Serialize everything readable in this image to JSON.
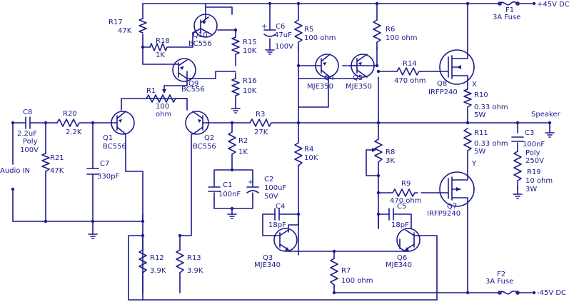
{
  "labels": {
    "vpos": "+45V DC",
    "f1_name": "F1",
    "f1_val": "3A Fuse",
    "vneg": "-45V DC",
    "f2_name": "F2",
    "f2_val": "3A Fuse",
    "r17_name": "R17",
    "r17_val": "47K",
    "r18_name": "R18",
    "r18_val": "1K",
    "q10_name": "Q10",
    "q10_type": "BC556",
    "r15_name": "R15",
    "r15_val": "10K",
    "c6_name": "C6",
    "c6_val": "47uF",
    "c6_volt": "100V",
    "r5_name": "R5",
    "r5_val": "100 ohm",
    "r6_name": "R6",
    "r6_val": "100 ohm",
    "q9_name": "Q9",
    "q9_type": "BC556",
    "r16_name": "R16",
    "r16_val": "10K",
    "q4_name": "Q4",
    "q4_type": "MJE350",
    "q5_name": "Q5",
    "q5_type": "MJE350",
    "r14_name": "R14",
    "r14_val": "470 ohm",
    "q8_name": "Q8",
    "q8_type": "IRFP240",
    "r1_name": "R1",
    "r1_val_a": "100",
    "r1_val_b": "ohm",
    "x_node": "X",
    "r10_name": "R10",
    "r10_val": "0.33 ohm",
    "r10_watt": "5W",
    "c8_name": "C8",
    "c8_val": "2.2uF",
    "c8_type": "Poly",
    "c8_volt": "100V",
    "r20_name": "R20",
    "r20_val": "2.2K",
    "q1_name": "Q1",
    "q1_type": "BC556",
    "q2_name": "Q2",
    "q2_type": "BC556",
    "r3_name": "R3",
    "r3_val": "27K",
    "speaker": "Speaker",
    "r11_name": "R11",
    "r11_val": "0.33 ohm",
    "r11_watt": "5W",
    "c3_name": "C3",
    "c3_val": "100nF",
    "c3_type": "Poly",
    "c3_volt": "250V",
    "r21_name": "R21",
    "r21_val": "47K",
    "audio_in": "Audio IN",
    "c7_name": "C7",
    "c7_val": "330pF",
    "r2_name": "R2",
    "r2_val": "1K",
    "r4_name": "R4",
    "r4_val": "10K",
    "r8_name": "R8",
    "r8_val": "3K",
    "y_node": "Y",
    "r19_name": "R19",
    "r19_val": "10 ohm",
    "r19_watt": "3W",
    "c1_name": "C1",
    "c1_val": "100nF",
    "c2_name": "C2",
    "c2_val": "100uF",
    "c2_volt": "50V",
    "r9_name": "R9",
    "r9_val": "470 ohm",
    "q7_name": "Q7",
    "q7_type": "IRFP9240",
    "c4_name": "C4",
    "c4_val": "18pF",
    "c5_name": "C5",
    "c5_val": "18pF",
    "r12_name": "R12",
    "r12_val": "3.9K",
    "r13_name": "R13",
    "r13_val": "3.9K",
    "q3_name": "Q3",
    "q3_type": "MJE340",
    "q6_name": "Q6",
    "q6_type": "MJE340",
    "r7_name": "R7",
    "r7_val": "100 ohm"
  },
  "colors": {
    "ink": "#1a1a8c",
    "background": "#ffffff"
  }
}
